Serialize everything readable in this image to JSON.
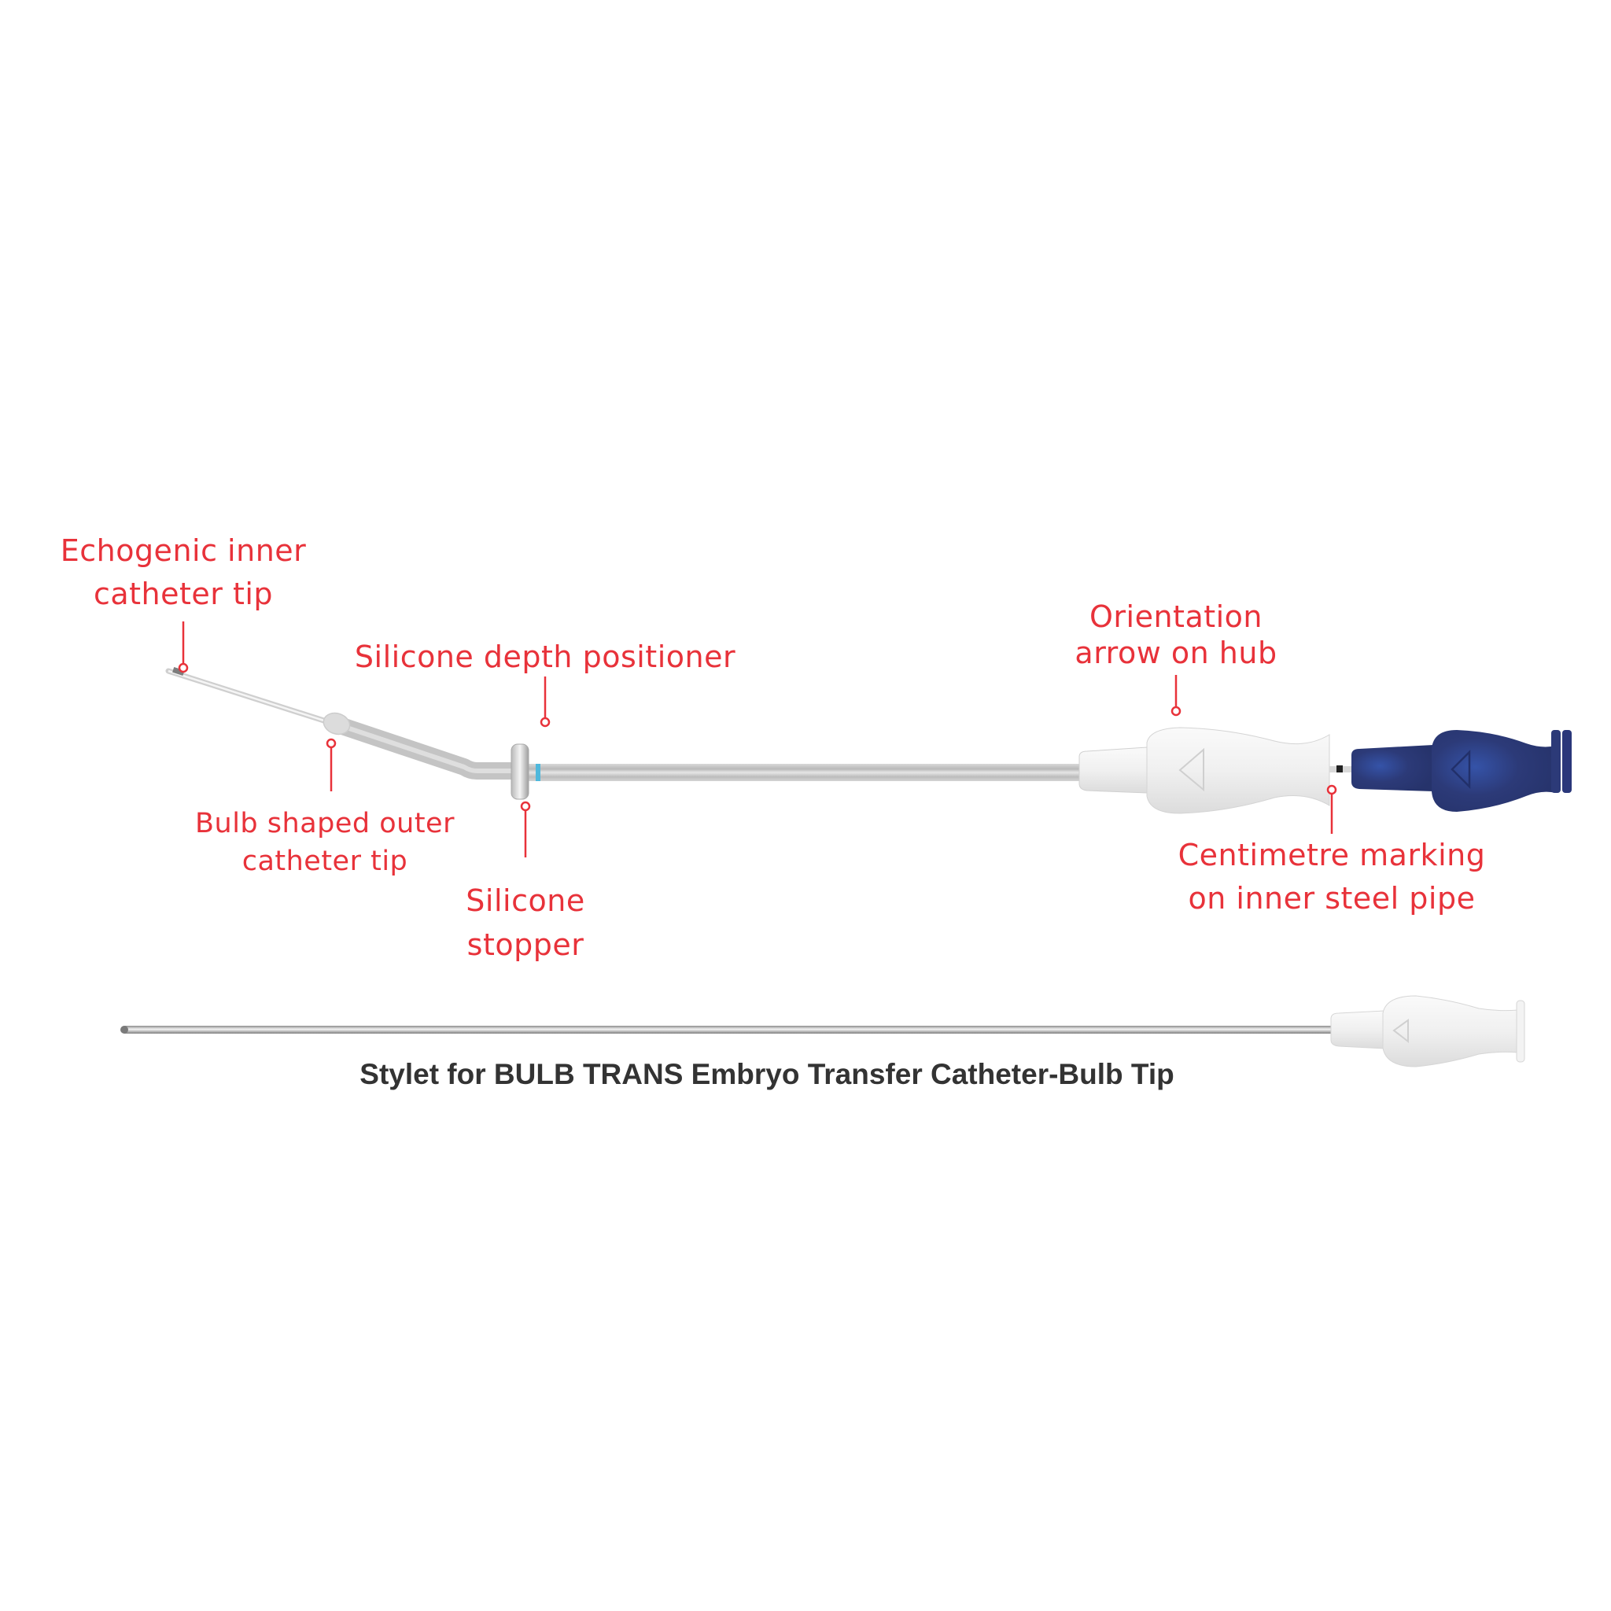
{
  "colors": {
    "label": "#e8323a",
    "caption": "#333333",
    "catheter_tube": "#c9c9c9",
    "hub_white": "#efefef",
    "hub_blue": "#2c3a78",
    "depth_marker": "#4fb8dc",
    "cm_mark": "#222222"
  },
  "labels": {
    "echogenic_tip": [
      "Echogenic inner",
      "catheter tip"
    ],
    "depth_positioner": [
      "Silicone depth positioner"
    ],
    "bulb_tip": [
      "Bulb shaped outer",
      "catheter tip"
    ],
    "stopper": [
      "Silicone",
      "stopper"
    ],
    "orientation_arrow": [
      "Orientation",
      "arrow on hub"
    ],
    "cm_marking": [
      "Centimetre marking",
      "on inner steel pipe"
    ]
  },
  "caption": "Stylet for BULB TRANS Embryo Transfer Catheter-Bulb Tip",
  "icons": {
    "hub_arrow": "triangle-arrow-icon",
    "blue_hub_arrow": "triangle-arrow-icon",
    "stylet_hub_arrow": "triangle-arrow-icon"
  }
}
